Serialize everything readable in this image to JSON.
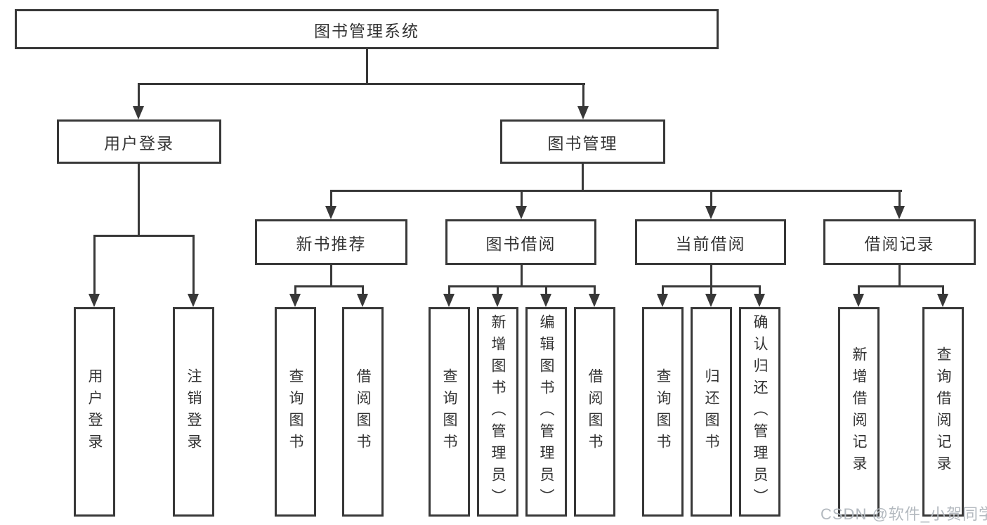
{
  "tree": {
    "root": {
      "label": "图书管理系统"
    },
    "level2": [
      {
        "label": "用户登录",
        "children": [
          "用户登录",
          "注销登录"
        ]
      },
      {
        "label": "图书管理",
        "children": [
          {
            "label": "新书推荐",
            "children": [
              "查询图书",
              "借阅图书"
            ]
          },
          {
            "label": "图书借阅",
            "children": [
              "查询图书",
              "新增图书（管理员）",
              "编辑图书（管理员）",
              "借阅图书"
            ]
          },
          {
            "label": "当前借阅",
            "children": [
              "查询图书",
              "归还图书",
              "确认归还（管理员）"
            ]
          },
          {
            "label": "借阅记录",
            "children": [
              "新增借阅记录",
              "查询借阅记录"
            ]
          }
        ]
      }
    ]
  },
  "watermark": "CSDN @软件_小贺同学",
  "colors": {
    "line": "#383838",
    "text": "#333333",
    "watermark": "#b3b9bf",
    "background": "#ffffff"
  }
}
